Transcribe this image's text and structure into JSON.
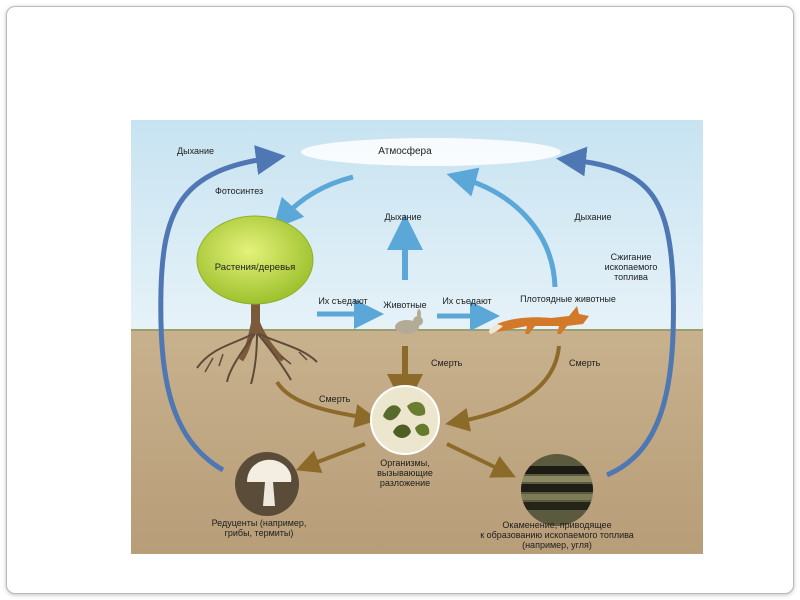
{
  "slide": {
    "labels": {
      "atmosphere": "Атмосфера",
      "respiration_left": "Дыхание",
      "photosynthesis": "Фотосинтез",
      "respiration_center": "Дыхание",
      "respiration_right": "Дыхание",
      "combustion": [
        "Сжигание",
        "ископаемого",
        "топлива"
      ],
      "plants": "Растения/деревья",
      "eaten_1": "Их съедают",
      "animals": "Животные",
      "eaten_2": "Их съедают",
      "carnivores": "Плотоядные животные",
      "death_plants": "Смерть",
      "death_animals": "Смерть",
      "death_carnivores": "Смерть",
      "decomposers": [
        "Организмы,",
        "вызывающие",
        "разложение"
      ],
      "reducers": [
        "Редуценты (например,",
        "грибы, термиты)"
      ],
      "fossilization": [
        "Окаменение, приводящее",
        "к образованию ископаемого топлива",
        "(например, угля)"
      ]
    }
  }
}
